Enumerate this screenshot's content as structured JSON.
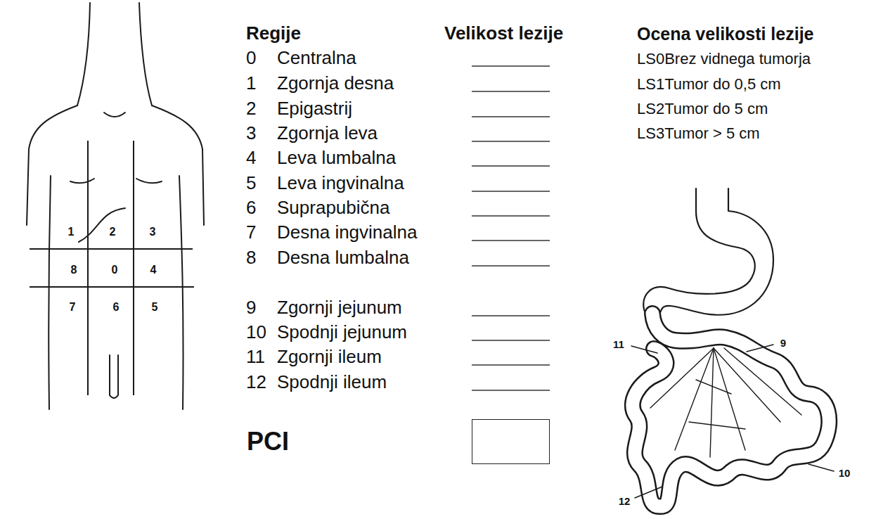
{
  "diagram": {
    "nodes": [
      {
        "text": [
          "PCI"
        ]
      }
    ],
    "labels": [
      "Regije",
      "Velikost lezije",
      "Ocena velikosti lezije",
      "0",
      "Centralna",
      "1",
      "Zgornja desna",
      "2",
      "Epigastrij",
      "3",
      "Zgornja leva",
      "4",
      "Leva lumbalna",
      "5",
      "Leva ingvinalna",
      "6",
      "Suprapubična",
      "7",
      "Desna ingvinalna",
      "8",
      "Desna lumbalna",
      "9",
      "Zgornji jejunum",
      "10",
      "Spodnji jejunum",
      "11",
      "Zgornji ileum",
      "12",
      "Spodnji ileum",
      "LS0Brez vidnega tumorja",
      "LS1Tumor do 0,5 cm",
      "LS2Tumor do 5 cm",
      "LS3Tumor > 5 cm",
      "1",
      "2",
      "3",
      "8",
      "0",
      "4",
      "7",
      "6",
      "5",
      "11",
      "9",
      "10",
      "12"
    ]
  }
}
